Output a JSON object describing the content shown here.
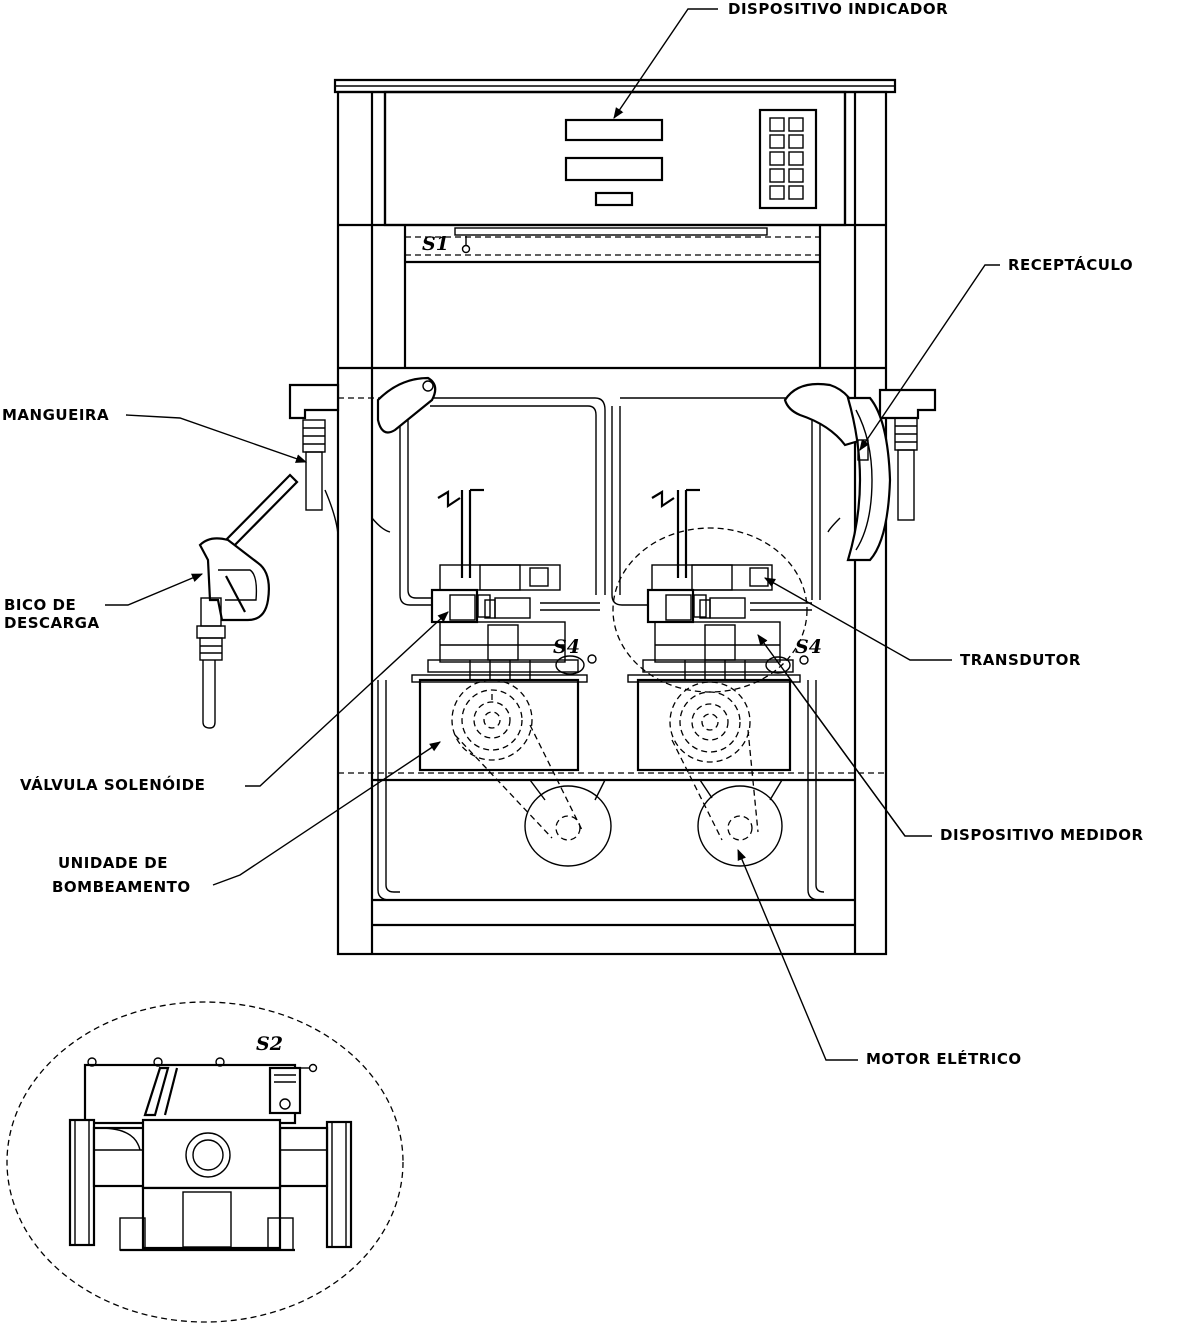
{
  "labels": {
    "dispositivo_indicador": "DISPOSITIVO INDICADOR",
    "receptaculo": "RECEPTÁCULO",
    "mangueira": "MANGUEIRA",
    "bico_line1": "BICO DE",
    "bico_line2": "DESCARGA",
    "transdutor": "TRANSDUTOR",
    "valvula_solenoide": "VÁLVULA SOLENÓIDE",
    "dispositivo_medidor": "DISPOSITIVO MEDIDOR",
    "unidade_line1": "UNIDADE DE",
    "unidade_line2": "BOMBEAMENTO",
    "motor_eletrico": "MOTOR ELÉTRICO"
  },
  "sensor_tags": {
    "s1": "S1",
    "s2": "S2",
    "s4_left": "S4",
    "s4_right": "S4"
  }
}
